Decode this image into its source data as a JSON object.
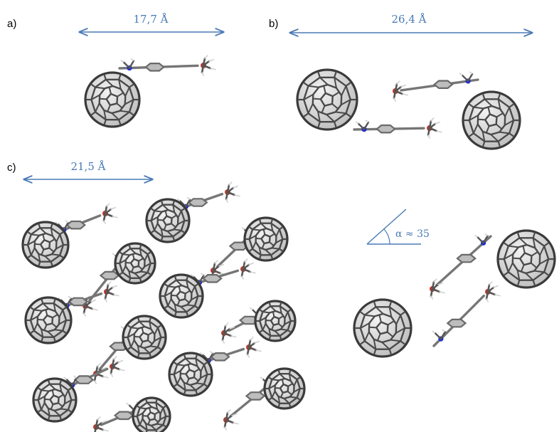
{
  "panels": {
    "a": {
      "label": "a)",
      "dimension": "17,7 Å"
    },
    "b": {
      "label": "b)",
      "dimension": "26,4 Å"
    },
    "c": {
      "label": "c)",
      "dimension": "21,5 Å",
      "angle": "α ≈ 35"
    }
  },
  "colors": {
    "annotation": "#4a7ab5",
    "carbon": "#6e6e6e",
    "nitrogen": "#1f2fd0",
    "silicon": "#c0392b",
    "hydrogen": "#d0d0d0"
  }
}
